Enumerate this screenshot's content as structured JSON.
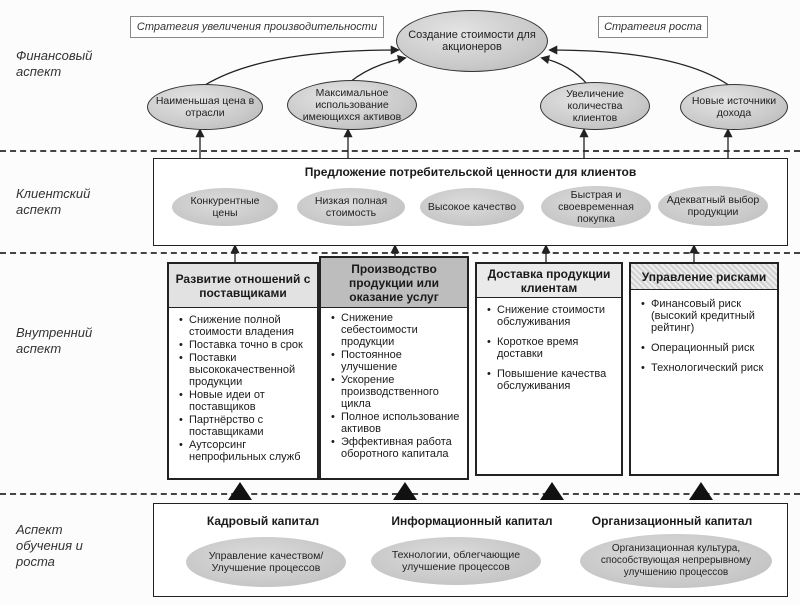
{
  "aspects": {
    "financial": "Финансовый аспект",
    "customer": "Клиентский аспект",
    "internal": "Внутренний аспект",
    "learning": "Аспект обучения и роста"
  },
  "strategies": {
    "productivity": "Стратегия увеличения производительности",
    "growth": "Стратегия роста"
  },
  "financial": {
    "top": "Создание стоимости для акционеров",
    "items": [
      "Наименьшая цена в отрасли",
      "Максимальное использование имеющихся активов",
      "Увеличение количества клиентов",
      "Новые источники дохода"
    ]
  },
  "customer": {
    "title": "Предложение потребительской ценности для клиентов",
    "items": [
      "Конкурентные цены",
      "Низкая полная стоимость",
      "Высокое качество",
      "Быстрая и своевременная покупка",
      "Адекватный выбор продукции"
    ]
  },
  "internal": {
    "processes": [
      {
        "title": "Развитие отношений с поставщиками",
        "items": [
          "Снижение полной стоимости владения",
          "Поставка точно в срок",
          "Поставки высококачественной продукции",
          "Новые идеи от поставщиков",
          "Партнёрство с поставщиками",
          "Аутсорсинг непрофильных служб"
        ]
      },
      {
        "title": "Производство продукции или оказание услуг",
        "items": [
          "Снижение себестоимости продукции",
          "Постоянное улучшение",
          "Ускорение производственного цикла",
          "Полное использование активов",
          "Эффективная работа оборотного капитала"
        ]
      },
      {
        "title": "Доставка продукции клиентам",
        "items": [
          "Снижение стоимости обслуживания",
          "Короткое время доставки",
          "Повышение качества обслуживания"
        ]
      },
      {
        "title": "Управление рисками",
        "items": [
          "Финансовый риск (высокий кредитный рейтинг)",
          "Операционный риск",
          "Технологический риск"
        ]
      }
    ]
  },
  "learning": {
    "capitals": [
      {
        "title": "Кадровый капитал",
        "item": "Управление качеством/Улучшение процессов"
      },
      {
        "title": "Информационный капитал",
        "item": "Технологии, облегчающие улучшение процессов"
      },
      {
        "title": "Организационный капитал",
        "item": "Организационная культура, способствующая непрерывному улучшению процессов"
      }
    ]
  }
}
